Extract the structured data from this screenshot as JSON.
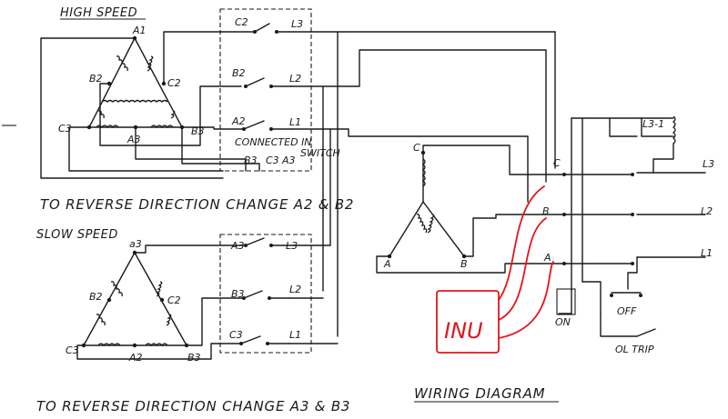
{
  "titles": {
    "high_speed": "HIGH SPEED",
    "slow_speed": "SLOW SPEED",
    "reverse_high": "TO REVERSE DIRECTION CHANGE A2 & B2",
    "reverse_slow": "TO REVERSE DIRECTION CHANGE A3 & B3",
    "wiring_diagram": "WIRING DIAGRAM"
  },
  "switch_label": {
    "line1": "CONNECTED IN",
    "line2": "SWITCH"
  },
  "high_delta_labels": {
    "top": "A1",
    "left_mid": "B2",
    "right_mid": "C2",
    "bottom_left": "C3",
    "bottom_mid": "A3",
    "bottom_right": "B3"
  },
  "slow_delta_labels": {
    "top": "a3",
    "left_mid": "B2",
    "right_mid": "C2",
    "bottom_left": "C3",
    "bottom_mid": "A2",
    "bottom_right": "B3"
  },
  "high_switch_labels": {
    "c2": "C2",
    "l3": "L3",
    "b2": "B2",
    "l2": "L2",
    "a2": "A2",
    "l1": "L1",
    "b3": "B3",
    "c3": "C3",
    "a3": "A3"
  },
  "slow_switch_labels": {
    "a3": "A3",
    "l3": "L3",
    "b3": "B3",
    "l2": "L2",
    "c3": "C3",
    "l1": "L1"
  },
  "wye_labels": {
    "c": "C",
    "a": "A",
    "b": "B"
  },
  "contact_labels": {
    "c": "C",
    "b": "B",
    "a": "A"
  },
  "line_labels": {
    "l1": "L1",
    "l2": "L2",
    "l3": "L3",
    "top_relay": "L3-1"
  },
  "control_labels": {
    "off": "OFF",
    "on": "ON",
    "ol_trip": "OL TRIP"
  },
  "annotation": {
    "text": "INU",
    "color": "#e3161a"
  }
}
